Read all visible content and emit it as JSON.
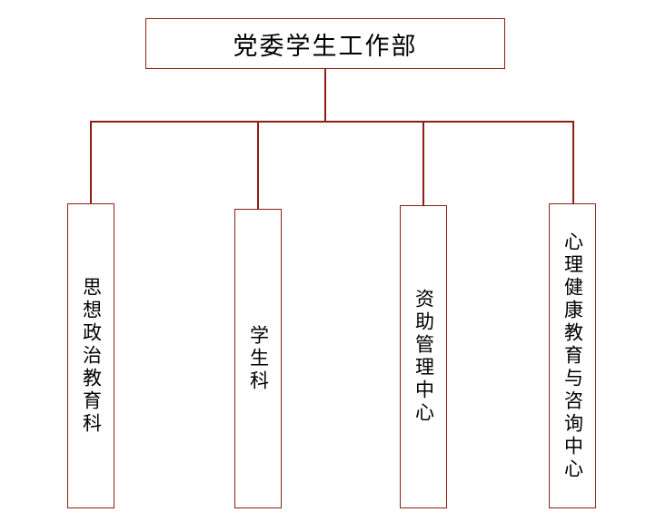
{
  "diagram": {
    "type": "org-chart",
    "line_color": "#8c1f15",
    "background": "#ffffff",
    "root": {
      "label": "党委学生工作部"
    },
    "children": [
      {
        "label": "思想政治教育科"
      },
      {
        "label": "学生科"
      },
      {
        "label": "资助管理中心"
      },
      {
        "label": "心理健康教育与咨询中心"
      }
    ]
  }
}
